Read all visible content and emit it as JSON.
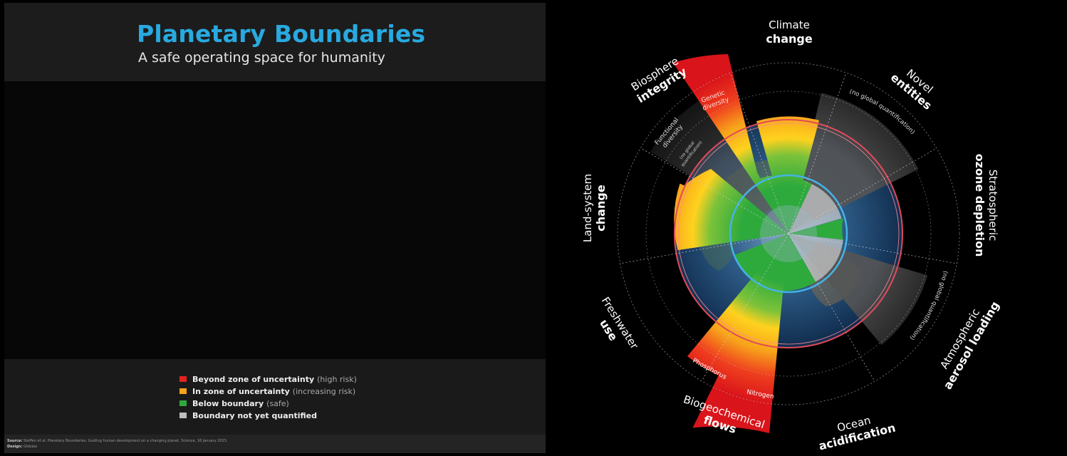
{
  "title": "Planetary Boundaries",
  "subtitle": "A safe operating space for humanity",
  "legend": [
    {
      "bold": "Beyond zone of uncertainty",
      "normal": "(high risk)",
      "color": "#e3231e"
    },
    {
      "bold": "In zone of uncertainty",
      "normal": "(increasing risk)",
      "color": "#f7a21b"
    },
    {
      "bold": "Below boundary",
      "normal": "(safe)",
      "color": "#2eaa3d"
    },
    {
      "bold": "Boundary not yet quantified",
      "normal": "",
      "color": "#bdbdbd"
    }
  ],
  "source": {
    "label": "Source:",
    "text": "Steffen et al. Planetary Boundaries: Guiding human development on a changing planet. Science, 16 January 2015.",
    "design_label": "Design:",
    "design_text": "Globaïa"
  },
  "categories": {
    "climate": {
      "line1": "Climate",
      "line2": "change"
    },
    "novel": {
      "line1": "Novel",
      "line2": "entities"
    },
    "ozone": {
      "line1": "Stratospheric",
      "line2": "ozone depletion"
    },
    "aerosol": {
      "line1": "Atmospheric",
      "line2": "aerosol loading"
    },
    "ocean": {
      "line1": "Ocean",
      "line2": "acidification"
    },
    "biogeo": {
      "line1": "Biogeochemical",
      "line2": "flows"
    },
    "freshwater": {
      "line1": "Freshwater",
      "line2": "use"
    },
    "landsystem": {
      "line1": "Land-system",
      "line2": "change"
    },
    "biosphere": {
      "line1": "Biosphere",
      "line2": "integrity"
    }
  },
  "sublabels": {
    "genetic": {
      "line1": "Genetic",
      "line2": "diversity"
    },
    "functional": {
      "line1": "Functional",
      "line2": "diversity"
    },
    "no_quant_short": {
      "line1": "(no global",
      "line2": "quantification)"
    },
    "no_quant": "(no global quantification)",
    "phosphorus": "Phosphorus",
    "nitrogen": "Nitrogen"
  },
  "colors": {
    "title": "#29a9e0",
    "high_risk": "#e3231e",
    "uncertainty": "#f7a21b",
    "safe": "#2eaa3d",
    "not_quantified": "#bdbdbd",
    "boundary_ring": "#e24a5a",
    "safe_ring": "#45b3e6"
  }
}
